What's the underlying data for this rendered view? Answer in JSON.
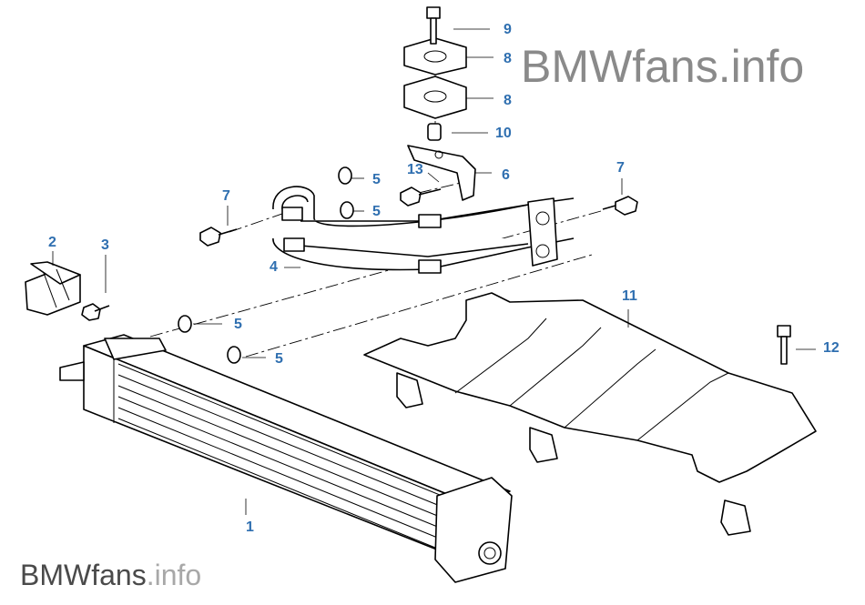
{
  "watermark": {
    "top": "BMWfans.info",
    "bottom_brand": "BMWfans",
    "bottom_suffix": ".info"
  },
  "callouts": {
    "c1": "1",
    "c2": "2",
    "c3": "3",
    "c4": "4",
    "c5a": "5",
    "c5b": "5",
    "c5c": "5",
    "c5d": "5",
    "c6": "6",
    "c7a": "7",
    "c7b": "7",
    "c8a": "8",
    "c8b": "8",
    "c9": "9",
    "c10": "10",
    "c11": "11",
    "c12": "12",
    "c13": "13"
  },
  "colors": {
    "callout": "#2f6fb0",
    "line": "#000000",
    "watermark": "#8a8a8a"
  }
}
